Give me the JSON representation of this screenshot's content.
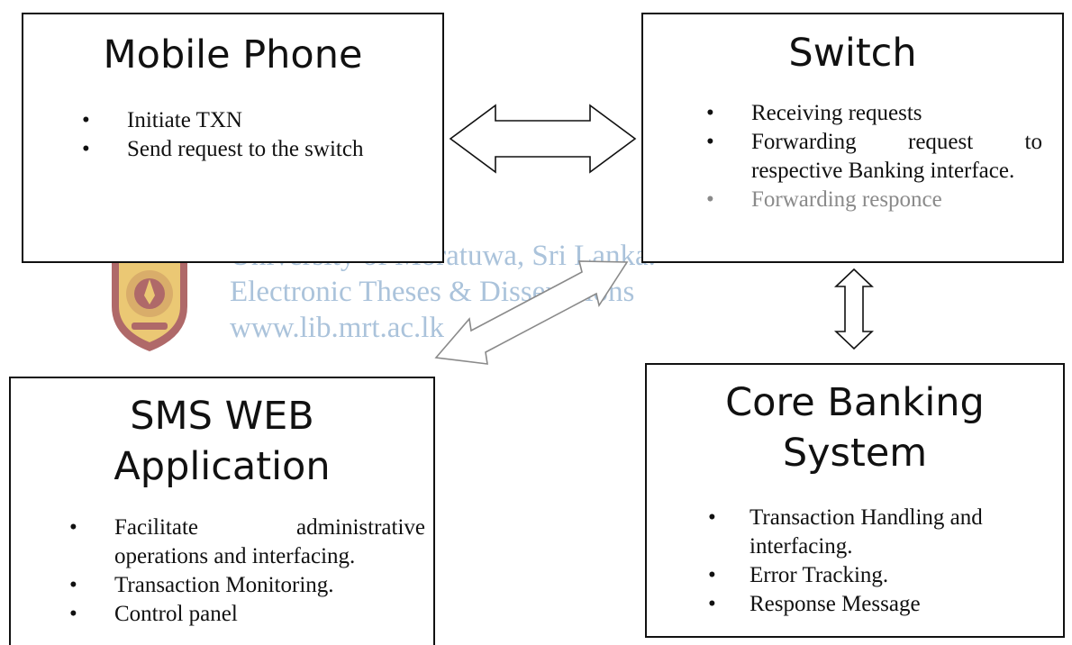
{
  "boxes": {
    "mobile": {
      "title": "Mobile Phone",
      "items": [
        "Initiate TXN",
        "Send request to the switch"
      ]
    },
    "switch": {
      "title": "Switch",
      "items": [
        "Receiving requests",
        "Forwarding request to respective Banking interface.",
        "Forwarding responce"
      ]
    },
    "sms": {
      "title_line1": "SMS WEB",
      "title_line2": "Application",
      "items": [
        "Facilitate administrative operations and interfacing.",
        "Transaction Monitoring.",
        "Control panel"
      ]
    },
    "core": {
      "title_line1": "Core Banking",
      "title_line2": "System",
      "items": [
        "Transaction Handling and interfacing.",
        "Error Tracking.",
        "Response Message"
      ]
    }
  },
  "watermark": {
    "line1": "University of Moratuwa, Sri Lanka.",
    "line2": "Electronic Theses & Dissertations",
    "line3": "www.lib.mrt.ac.lk"
  },
  "arrows": [
    {
      "name": "mobile-switch-arrow",
      "direction": "bidirectional"
    },
    {
      "name": "switch-core-arrow",
      "direction": "bidirectional"
    },
    {
      "name": "sms-switch-arrow",
      "direction": "bidirectional"
    }
  ],
  "colors": {
    "line": "#111111",
    "watermark": "#8fb0cf",
    "seal_maroon": "#8e2a2a",
    "seal_gold": "#e3b23a"
  },
  "icons": [
    "university-seal-icon"
  ]
}
